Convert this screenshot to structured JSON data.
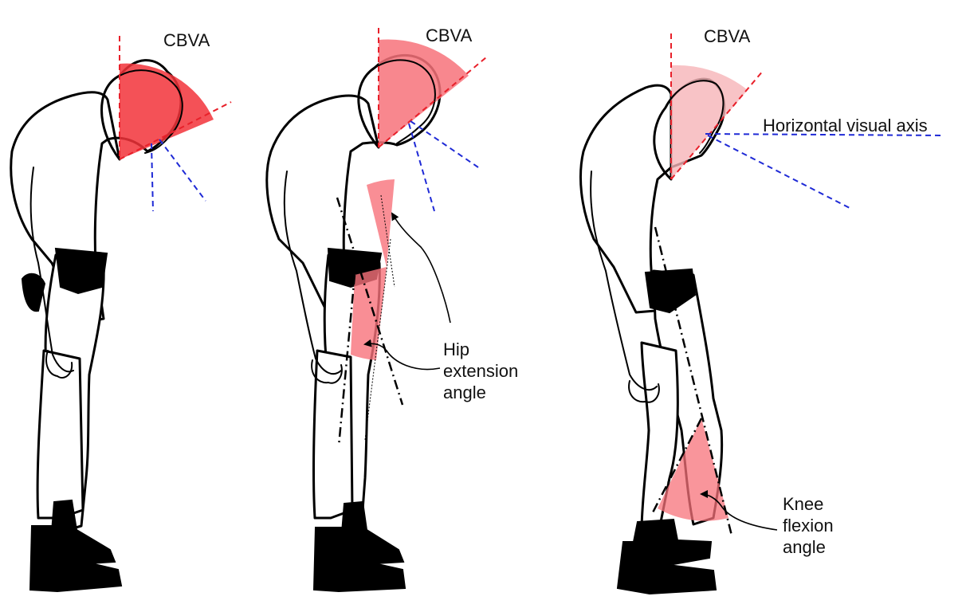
{
  "figures": [
    {
      "cbva_label": "CBVA"
    },
    {
      "cbva_label": "CBVA",
      "hip_label": [
        "Hip",
        "extension",
        "angle"
      ]
    },
    {
      "cbva_label": "CBVA",
      "horizontal_label": "Horizontal visual axis",
      "knee_label": [
        "Knee",
        "flexion",
        "angle"
      ]
    }
  ],
  "colors": {
    "angle_fill_strong": "#f2333a",
    "angle_fill_medium": "#f7727a",
    "angle_fill_light": "#f6b4b8",
    "reference_line": "#e8202a",
    "visual_axis": "#1f2ad6"
  }
}
